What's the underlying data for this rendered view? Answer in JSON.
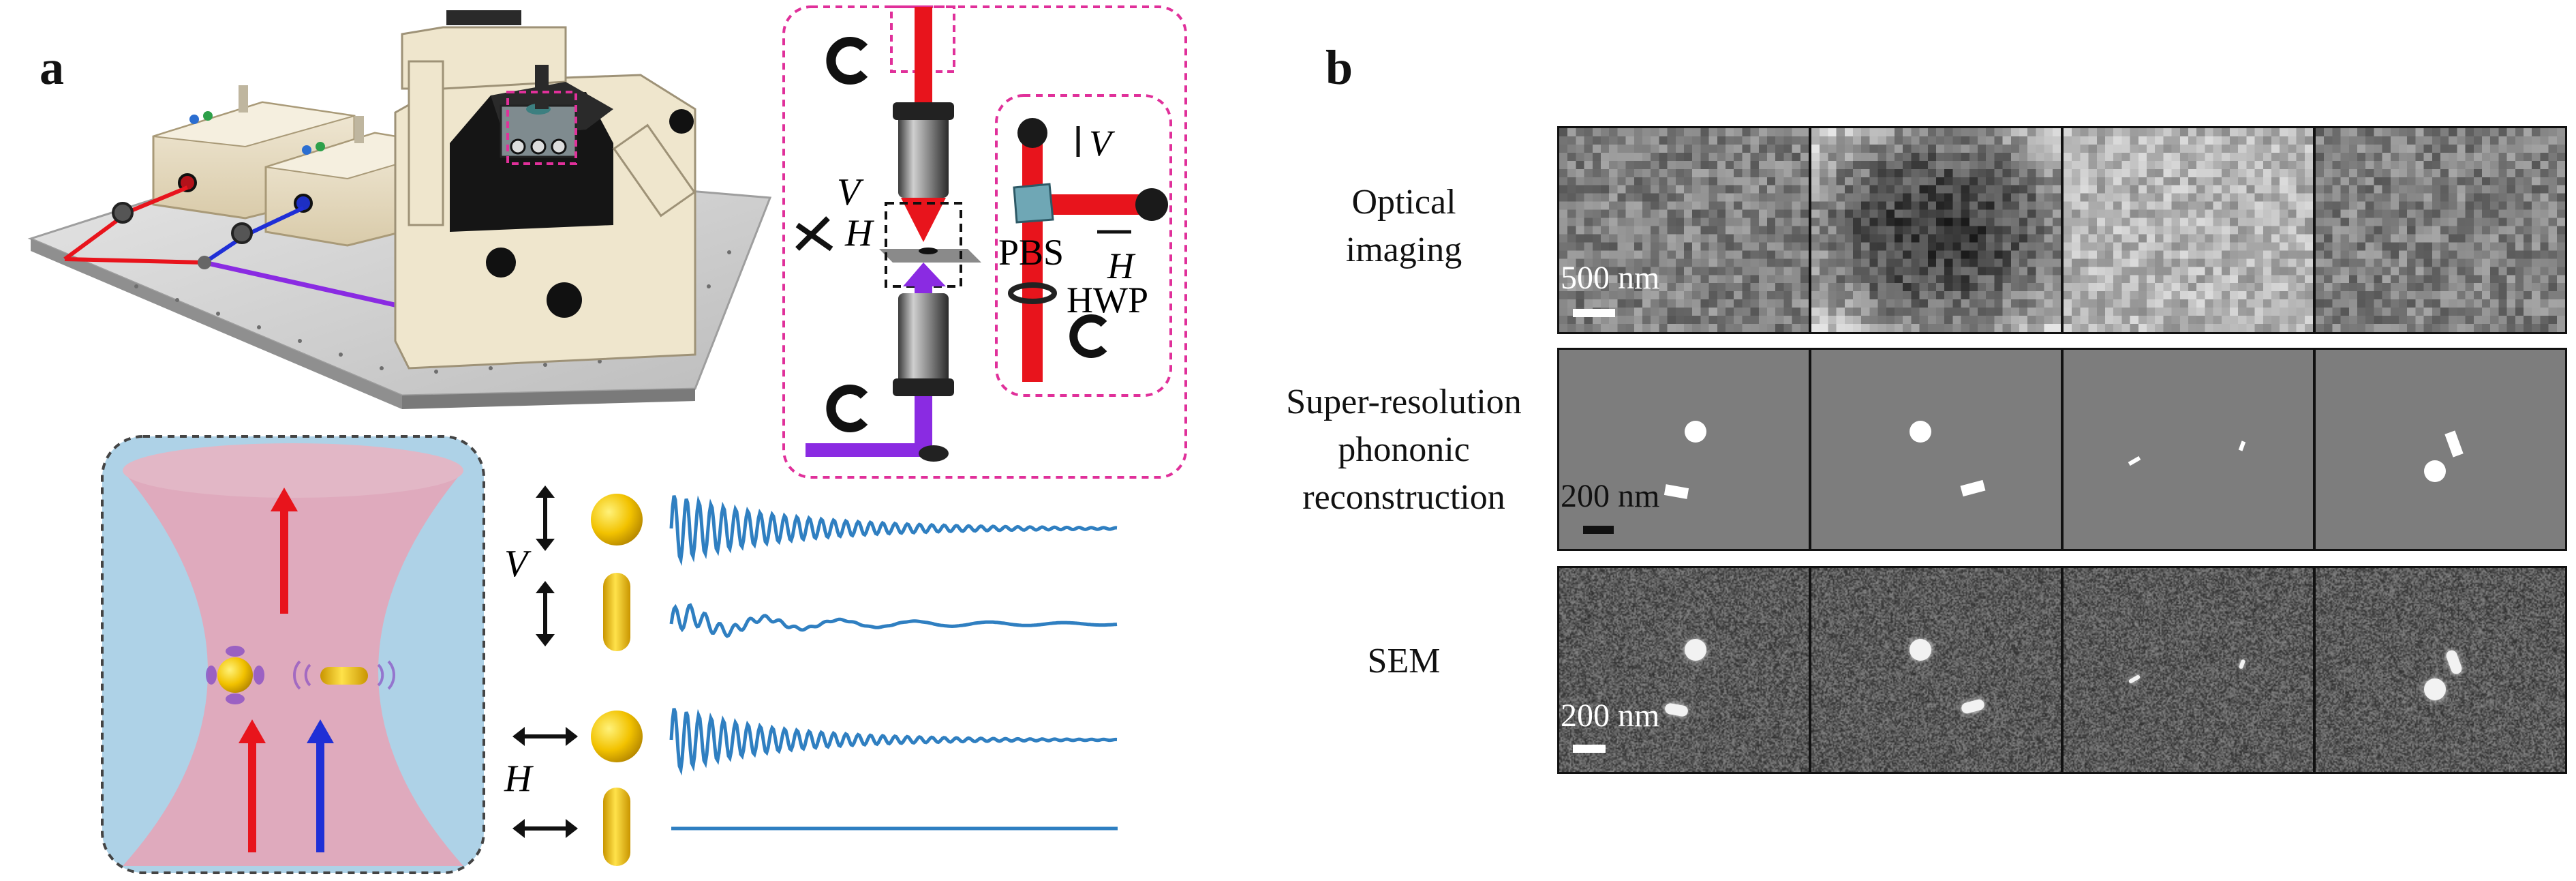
{
  "panel_a": {
    "label": "a",
    "inset_labels": {
      "V": "V",
      "H": "H",
      "PBS": "PBS",
      "HWP": "HWP"
    },
    "signal_labels": {
      "V": "V",
      "H": "H"
    },
    "colors": {
      "red_beam": "#e8141c",
      "blue_beam": "#1f2fd6",
      "violet_beam": "#8a2be2",
      "signal_line": "#2f7fc1",
      "particle": "#f2c200",
      "dashed_box": "#e0309a"
    }
  },
  "panel_b": {
    "label": "b",
    "rows": [
      {
        "label": "Optical\nimaging",
        "scale": "500 nm"
      },
      {
        "label": "Super-resolution\nphononic\nreconstruction",
        "scale": "200 nm"
      },
      {
        "label": "SEM",
        "scale": "200 nm"
      }
    ]
  }
}
